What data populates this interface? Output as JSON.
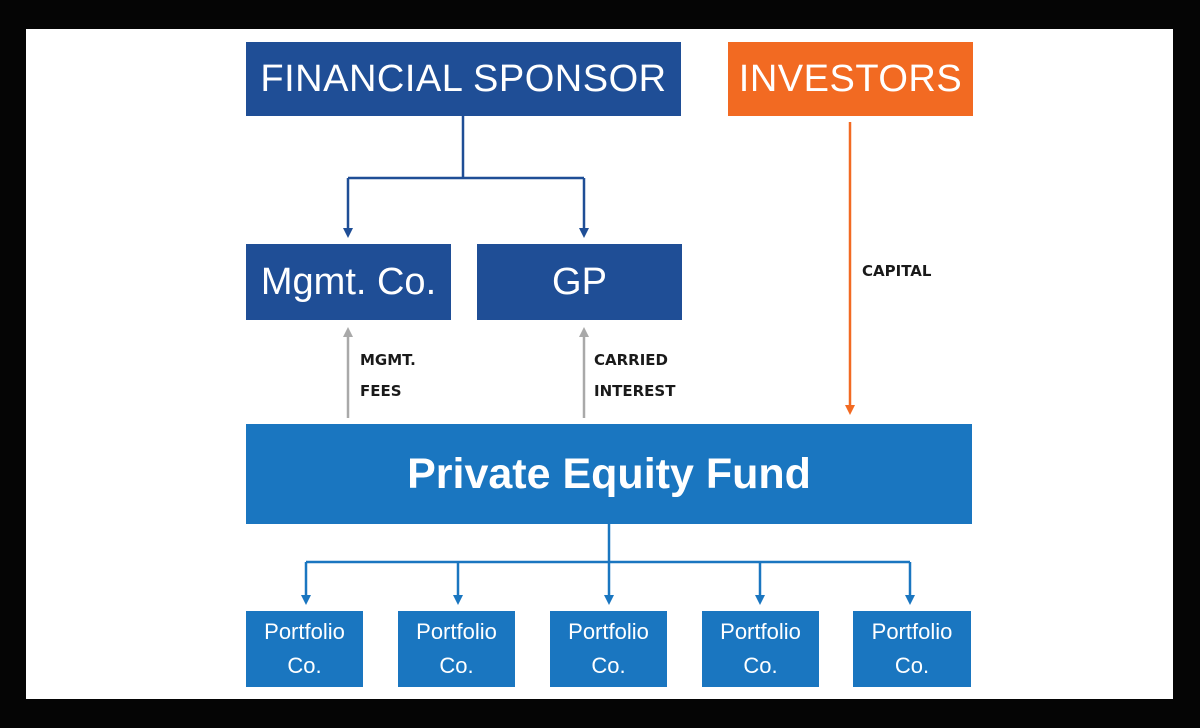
{
  "diagram": {
    "financial_sponsor": "FINANCIAL SPONSOR",
    "investors": "INVESTORS",
    "mgmt_co": "Mgmt. Co.",
    "gp": "GP",
    "capital_label": "CAPITAL",
    "mgmt_fees_label": [
      "MGMT.",
      "FEES"
    ],
    "carried_interest_label": [
      "CARRIED",
      "INTEREST"
    ],
    "fund": "Private Equity Fund",
    "portfolio_companies": [
      [
        "Portfolio",
        "Co."
      ],
      [
        "Portfolio",
        "Co."
      ],
      [
        "Portfolio",
        "Co."
      ],
      [
        "Portfolio",
        "Co."
      ],
      [
        "Portfolio",
        "Co."
      ]
    ]
  },
  "colors": {
    "navy": "#1f4e96",
    "blue": "#1a76c0",
    "orange": "#f26a22",
    "gray_arrow": "#a9a9a9"
  }
}
